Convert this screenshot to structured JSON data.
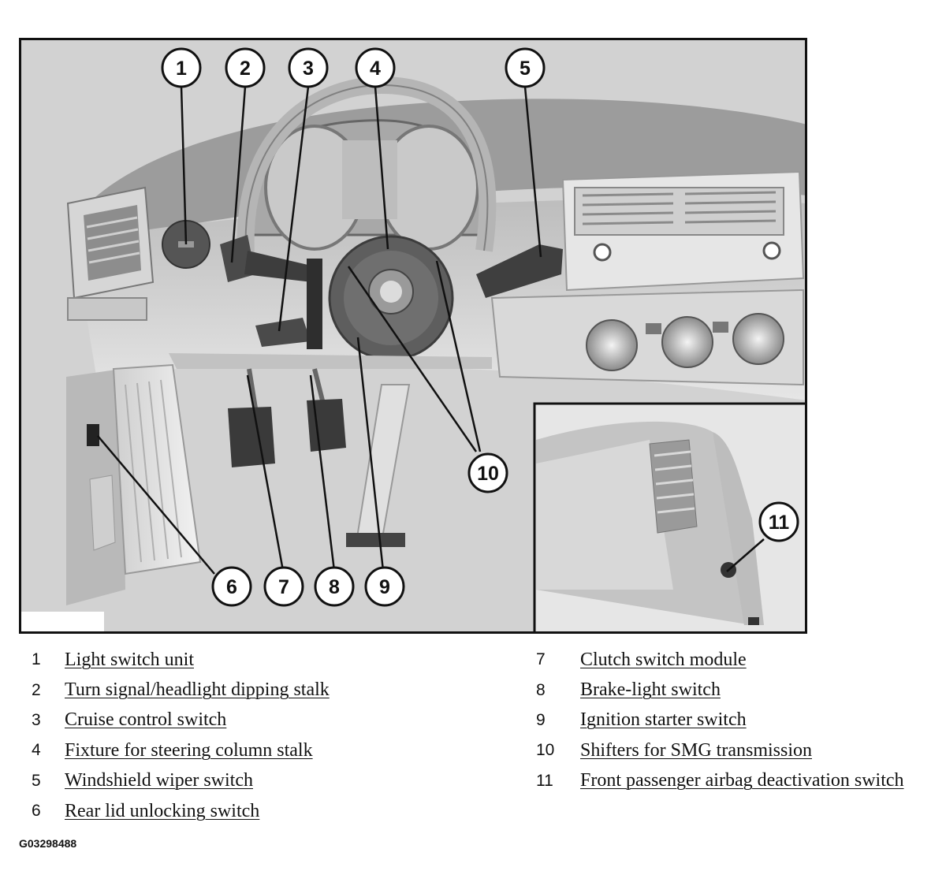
{
  "callouts": [
    "1",
    "2",
    "3",
    "4",
    "5",
    "6",
    "7",
    "8",
    "9",
    "10",
    "11"
  ],
  "legend": {
    "left": [
      {
        "num": "1",
        "label": "Light switch unit"
      },
      {
        "num": "2",
        "label": "Turn signal/headlight dipping stalk"
      },
      {
        "num": "3",
        "label": "Cruise control switch"
      },
      {
        "num": "4",
        "label": "Fixture for steering column stalk"
      },
      {
        "num": "5",
        "label": "Windshield wiper switch"
      },
      {
        "num": "6",
        "label": "Rear lid unlocking switch"
      }
    ],
    "right": [
      {
        "num": "7",
        "label": "Clutch switch module"
      },
      {
        "num": "8",
        "label": "Brake-light switch"
      },
      {
        "num": "9",
        "label": "Ignition starter switch"
      },
      {
        "num": "10",
        "label": "Shifters for SMG transmission"
      },
      {
        "num": "11",
        "label": "Front passenger airbag deactivation switch"
      }
    ]
  },
  "figure_id": "G03298488",
  "colors": {
    "background": "#d2d2d2",
    "line": "#111111",
    "panel": "#e4e4e4"
  }
}
